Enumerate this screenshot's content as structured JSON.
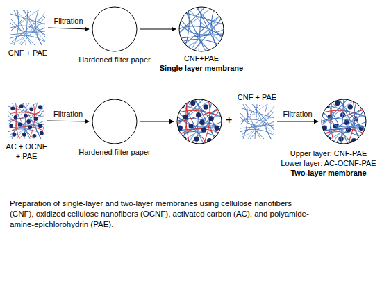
{
  "diagram": {
    "caption": "Preparation of single-layer and two-layer membranes using cellulose nanofibers (CNF), oxidized cellulose nanofibers (OCNF), activated carbon (AC), and polyamide-amine-epichlorohydrin (PAE).",
    "nodes": [
      {
        "text": [
          "CNF + PAE"
        ]
      },
      {
        "text": [
          "Hardened filter paper"
        ]
      },
      {
        "text": [
          "CNF+PAE",
          "Single layer membrane"
        ]
      },
      {
        "text": [
          "AC + OCNF + PAE"
        ]
      },
      {
        "text": [
          "Hardened filter paper"
        ]
      },
      {
        "text": []
      },
      {
        "text": [
          "CNF + PAE"
        ]
      },
      {
        "text": [
          "Upper layer: CNF-PAE",
          "Lower layer: AC-OCNF-PAE",
          "Two-layer membrane"
        ]
      }
    ],
    "edges": [
      {
        "from": 0,
        "to": 1,
        "label": "Filtration",
        "arrow": "to"
      },
      {
        "from": 1,
        "to": 2,
        "arrow": "to"
      },
      {
        "from": 3,
        "to": 4,
        "label": "Filtration",
        "arrow": "to"
      },
      {
        "from": 4,
        "to": 5,
        "arrow": "to"
      },
      {
        "from": 6,
        "to": 7,
        "label": "Filtration",
        "arrow": "to"
      }
    ],
    "labels": [
      "+"
    ]
  }
}
